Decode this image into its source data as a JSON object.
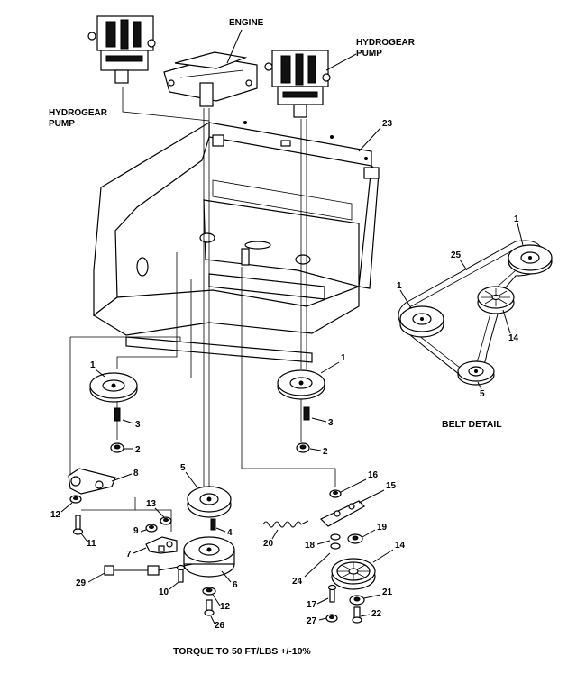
{
  "labels": {
    "engine": "ENGINE",
    "hydrogear_pump_left_1": "HYDROGEAR",
    "hydrogear_pump_left_2": "PUMP",
    "hydrogear_pump_right_1": "HYDROGEAR",
    "hydrogear_pump_right_2": "PUMP",
    "belt_detail": "BELT DETAIL",
    "torque_note": "TORQUE TO 50 FT/LBS +/-10%"
  },
  "callouts": {
    "c23": "23",
    "c1_left": "1",
    "c1_right": "1",
    "c3_left": "3",
    "c3_right": "3",
    "c2_left": "2",
    "c2_right": "2",
    "c8": "8",
    "c12_left": "12",
    "c11": "11",
    "c13": "13",
    "c9": "9",
    "c7": "7",
    "c5": "5",
    "c4": "4",
    "c29": "29",
    "c10": "10",
    "c6": "6",
    "c12_bottom": "12",
    "c26": "26",
    "c20": "20",
    "c16": "16",
    "c15": "15",
    "c18": "18",
    "c19": "19",
    "c14": "14",
    "c24": "24",
    "c17": "17",
    "c21": "21",
    "c27": "27",
    "c22": "22",
    "bd_1_top": "1",
    "bd_25": "25",
    "bd_1_left": "1",
    "bd_14": "14",
    "bd_5": "5"
  }
}
